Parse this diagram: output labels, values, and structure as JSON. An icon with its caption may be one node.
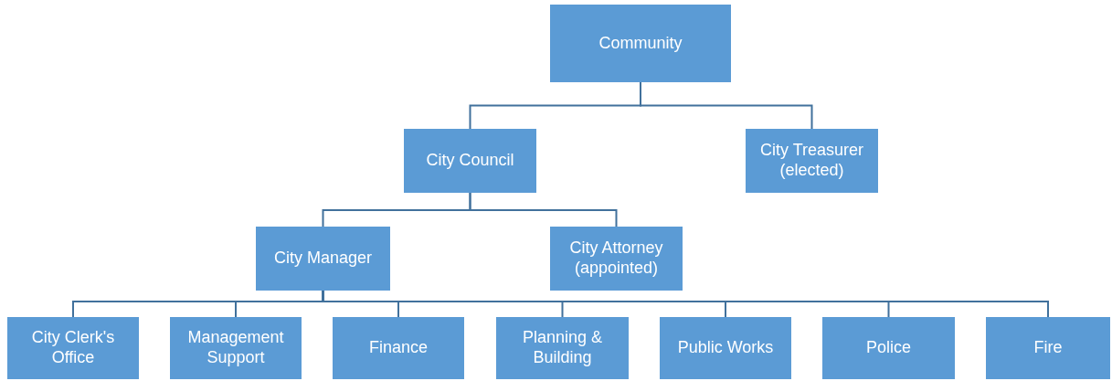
{
  "diagram": {
    "nodes": [
      {
        "text": [
          "Community"
        ]
      },
      {
        "text": [
          "City Council"
        ]
      },
      {
        "text": [
          "City Treasurer (elected)"
        ]
      },
      {
        "text": [
          "City Manager"
        ]
      },
      {
        "text": [
          "City Attorney (appointed)"
        ]
      },
      {
        "text": [
          "City Clerk's Office"
        ]
      },
      {
        "text": [
          "Management Support"
        ]
      },
      {
        "text": [
          "Finance"
        ]
      },
      {
        "text": [
          "Planning & Building"
        ]
      },
      {
        "text": [
          "Public Works"
        ]
      },
      {
        "text": [
          "Police"
        ]
      },
      {
        "text": [
          "Fire"
        ]
      }
    ],
    "edges": [
      {
        "from": 0,
        "to": 1,
        "arrow": "none"
      },
      {
        "from": 0,
        "to": 2,
        "arrow": "none"
      },
      {
        "from": 1,
        "to": 3,
        "arrow": "none"
      },
      {
        "from": 1,
        "to": 4,
        "arrow": "none"
      },
      {
        "from": 3,
        "to": 5,
        "arrow": "none"
      },
      {
        "from": 3,
        "to": 6,
        "arrow": "none"
      },
      {
        "from": 3,
        "to": 7,
        "arrow": "none"
      },
      {
        "from": 3,
        "to": 8,
        "arrow": "none"
      },
      {
        "from": 3,
        "to": 9,
        "arrow": "none"
      },
      {
        "from": 3,
        "to": 10,
        "arrow": "none"
      },
      {
        "from": 3,
        "to": 11,
        "arrow": "none"
      }
    ]
  }
}
